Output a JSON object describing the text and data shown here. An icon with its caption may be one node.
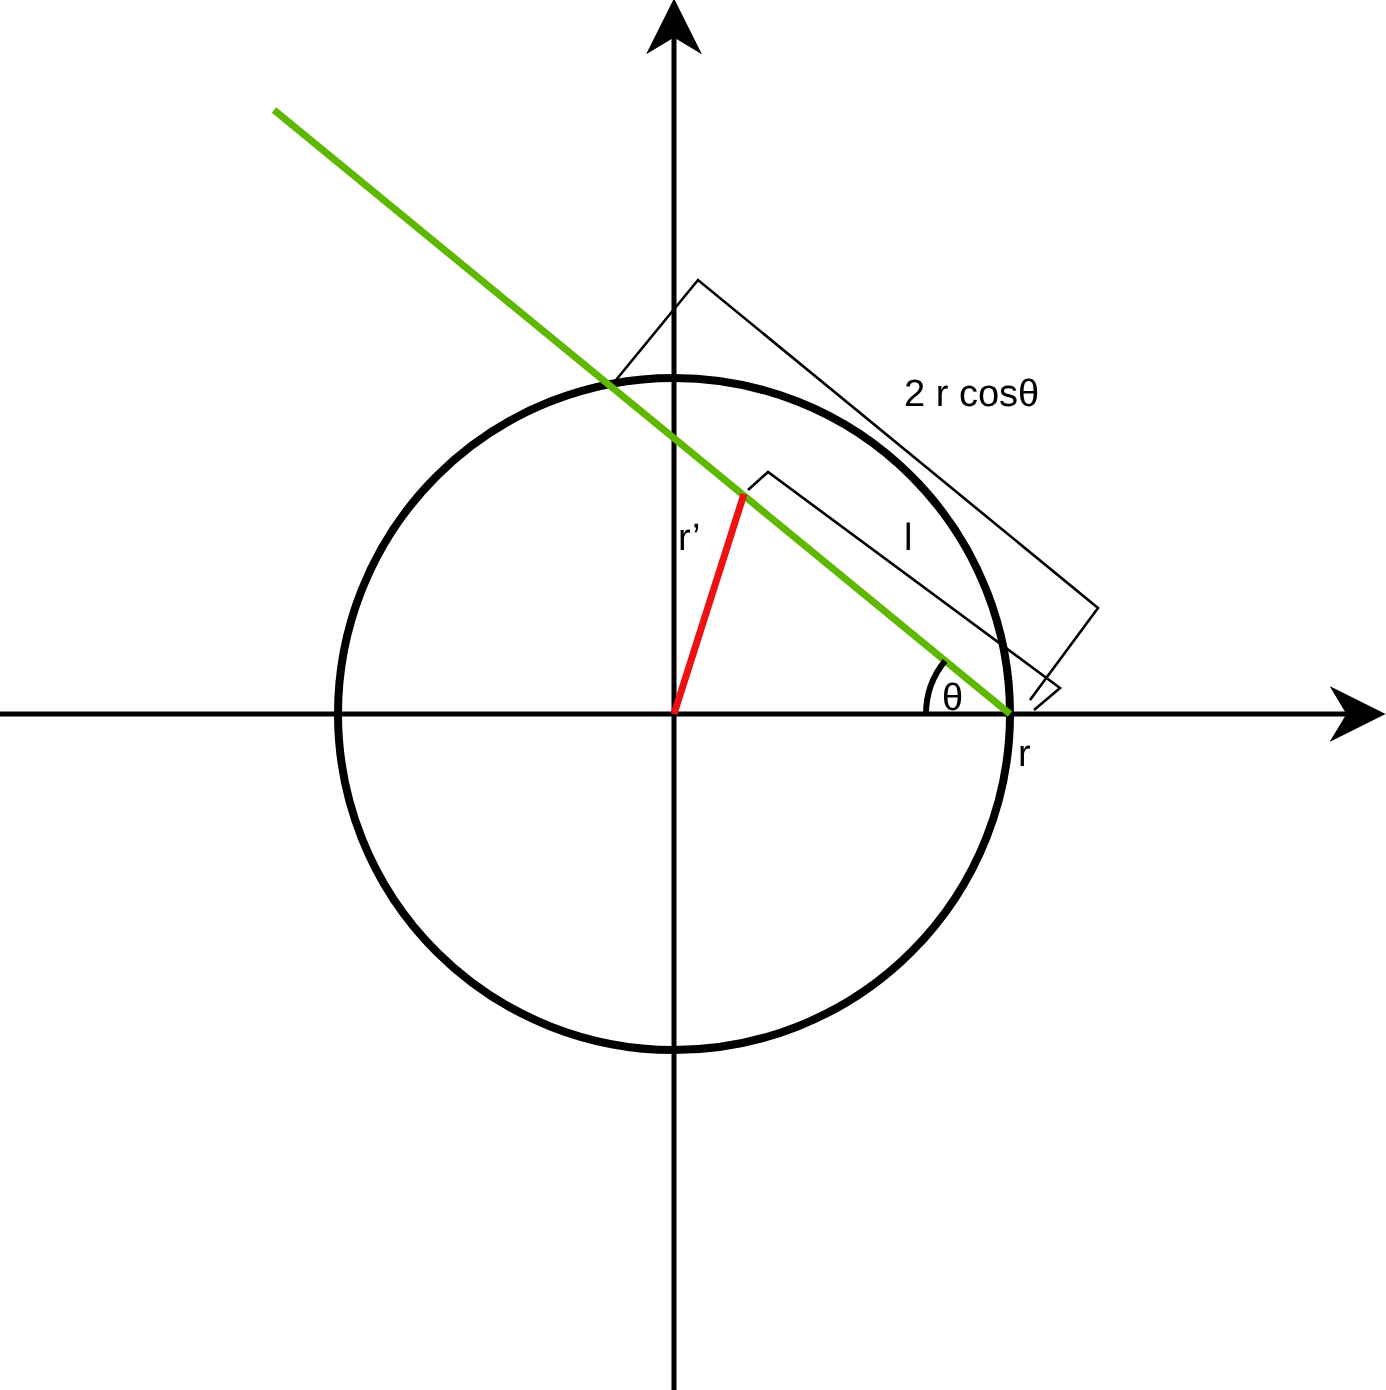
{
  "diagram": {
    "labels": [
      "2 r cosθ",
      "r’",
      "l",
      "θ",
      "r"
    ]
  }
}
